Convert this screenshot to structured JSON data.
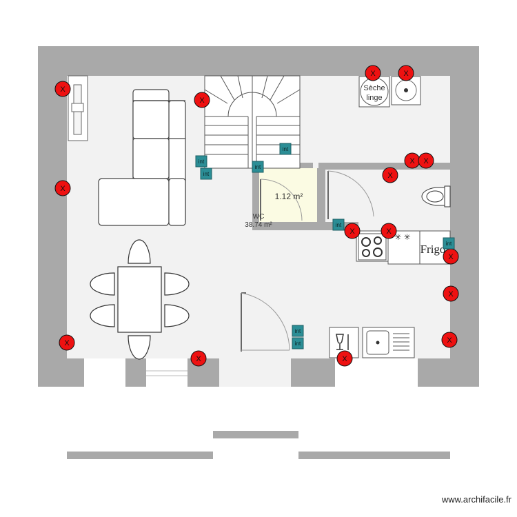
{
  "rooms": [
    {
      "id": "wc-area",
      "label": "1.12 m²"
    },
    {
      "id": "main-room",
      "name": "WC",
      "label": "38.74 m²"
    }
  ],
  "appliances": {
    "dryer": "Sèche linge",
    "fridge": "Frigo"
  },
  "markers": {
    "x_text": "X",
    "int_text": "int",
    "x_color": "#ee1111",
    "int_color": "#2b8e96"
  },
  "colors": {
    "wall": "#a9a9a9",
    "floor": "#f2f2f2",
    "wc_floor": "#fbfbe3"
  },
  "watermark": "www.archifacile.fr"
}
